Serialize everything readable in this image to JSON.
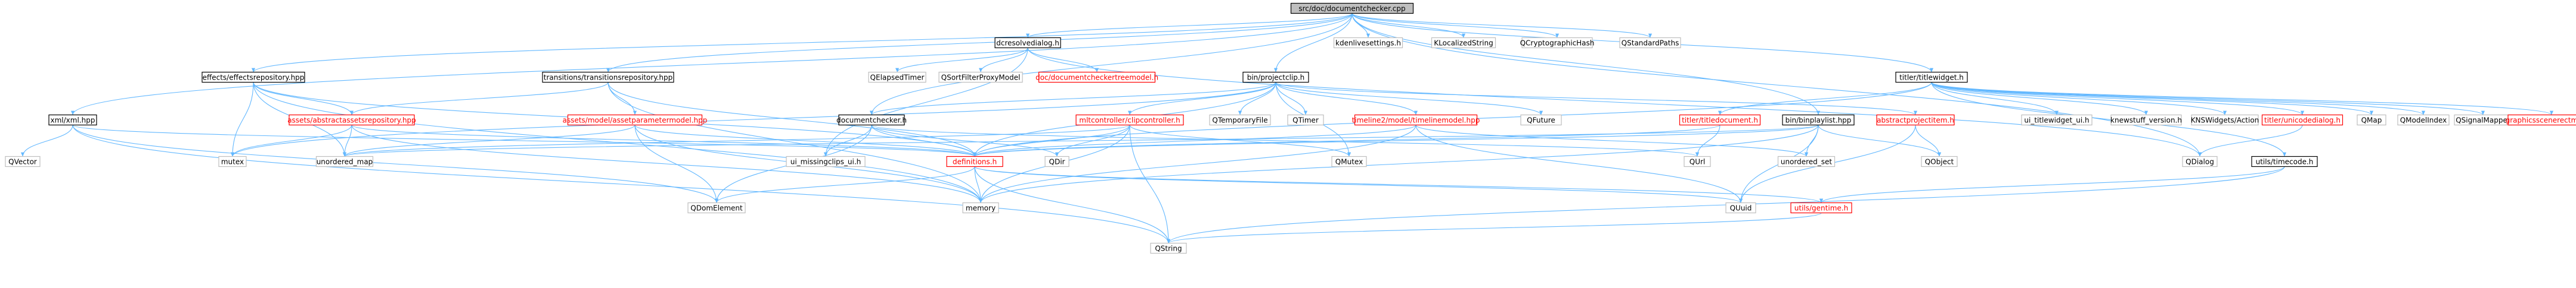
{
  "graph": {
    "colors": {
      "edge": "#63b8ff",
      "root_fill": "#bfbfbf",
      "documented_border": "#000000",
      "undocumented_border": "#ff0000",
      "external_border": "#bfbfbf",
      "documented_text": "#000000",
      "undocumented_text": "#ff0000"
    },
    "nodes": [
      {
        "id": "root",
        "label": "src/doc/documentchecker.cpp",
        "kind": "root"
      },
      {
        "id": "dcresolvedialog",
        "label": "dcresolvedialog.h",
        "kind": "documented"
      },
      {
        "id": "kdenlivesettings",
        "label": "kdenlivesettings.h",
        "kind": "external"
      },
      {
        "id": "klocalizedstring",
        "label": "KLocalizedString",
        "kind": "external"
      },
      {
        "id": "qcryptographichash",
        "label": "QCryptographicHash",
        "kind": "external"
      },
      {
        "id": "qstandardpaths",
        "label": "QStandardPaths",
        "kind": "external"
      },
      {
        "id": "effectsrepository",
        "label": "effects/effectsrepository.hpp",
        "kind": "documented"
      },
      {
        "id": "transitionsrepository",
        "label": "transitions/transitionsrepository.hpp",
        "kind": "documented"
      },
      {
        "id": "qelapsedtimer",
        "label": "QElapsedTimer",
        "kind": "external"
      },
      {
        "id": "qsortfilterproxymodel",
        "label": "QSortFilterProxyModel",
        "kind": "external"
      },
      {
        "id": "documentcheckertreemodel",
        "label": "doc/documentcheckertreemodel.h",
        "kind": "undocumented"
      },
      {
        "id": "projectclip",
        "label": "bin/projectclip.h",
        "kind": "documented"
      },
      {
        "id": "titlewidget",
        "label": "titler/titlewidget.h",
        "kind": "documented"
      },
      {
        "id": "xml",
        "label": "xml/xml.hpp",
        "kind": "documented"
      },
      {
        "id": "abstractassetsrepository",
        "label": "assets/abstractassetsrepository.hpp",
        "kind": "undocumented"
      },
      {
        "id": "assetparametermodel",
        "label": "assets/model/assetparametermodel.hpp",
        "kind": "undocumented"
      },
      {
        "id": "documentchecker",
        "label": "documentchecker.h",
        "kind": "documented"
      },
      {
        "id": "mltcontroller",
        "label": "mltcontroller/clipcontroller.h",
        "kind": "undocumented"
      },
      {
        "id": "qtemporaryfile",
        "label": "QTemporaryFile",
        "kind": "external"
      },
      {
        "id": "qtimer",
        "label": "QTimer",
        "kind": "external"
      },
      {
        "id": "timelinemodel",
        "label": "timeline2/model/timelinemodel.hpp",
        "kind": "undocumented"
      },
      {
        "id": "qfuture",
        "label": "QFuture",
        "kind": "external"
      },
      {
        "id": "titledocument",
        "label": "titler/titledocument.h",
        "kind": "undocumented"
      },
      {
        "id": "binplaylist",
        "label": "bin/binplaylist.hpp",
        "kind": "documented"
      },
      {
        "id": "abstractprojectitem",
        "label": "abstractprojectitem.h",
        "kind": "undocumented"
      },
      {
        "id": "ui_titlewidget",
        "label": "ui_titlewidget_ui.h",
        "kind": "external"
      },
      {
        "id": "knewstuff",
        "label": "knewstuff_version.h",
        "kind": "external"
      },
      {
        "id": "knswidgets",
        "label": "KNSWidgets/Action",
        "kind": "external"
      },
      {
        "id": "unicodedialog",
        "label": "titler/unicodedialog.h",
        "kind": "undocumented"
      },
      {
        "id": "qmap",
        "label": "QMap",
        "kind": "external"
      },
      {
        "id": "qmodelindex",
        "label": "QModelIndex",
        "kind": "external"
      },
      {
        "id": "qsignalmapper",
        "label": "QSignalMapper",
        "kind": "external"
      },
      {
        "id": "graphicssceneresctmove",
        "label": "graphicsscenerectmove.h",
        "kind": "undocumented"
      },
      {
        "id": "qvector",
        "label": "QVector",
        "kind": "external"
      },
      {
        "id": "mutex",
        "label": "mutex",
        "kind": "external"
      },
      {
        "id": "unordered_map",
        "label": "unordered_map",
        "kind": "external"
      },
      {
        "id": "ui_missingclips",
        "label": "ui_missingclips_ui.h",
        "kind": "external"
      },
      {
        "id": "definitions",
        "label": "definitions.h",
        "kind": "undocumented"
      },
      {
        "id": "qdir",
        "label": "QDir",
        "kind": "external"
      },
      {
        "id": "qmutex",
        "label": "QMutex",
        "kind": "external"
      },
      {
        "id": "qurl",
        "label": "QUrl",
        "kind": "external"
      },
      {
        "id": "unordered_set",
        "label": "unordered_set",
        "kind": "external"
      },
      {
        "id": "qobject",
        "label": "QObject",
        "kind": "external"
      },
      {
        "id": "qdialog",
        "label": "QDialog",
        "kind": "external"
      },
      {
        "id": "timecode",
        "label": "utils/timecode.h",
        "kind": "documented"
      },
      {
        "id": "qdomelement",
        "label": "QDomElement",
        "kind": "external"
      },
      {
        "id": "memory",
        "label": "memory",
        "kind": "external"
      },
      {
        "id": "quuid",
        "label": "QUuid",
        "kind": "external"
      },
      {
        "id": "gentime",
        "label": "utils/gentime.h",
        "kind": "undocumented"
      },
      {
        "id": "qstring",
        "label": "QString",
        "kind": "external"
      }
    ]
  }
}
